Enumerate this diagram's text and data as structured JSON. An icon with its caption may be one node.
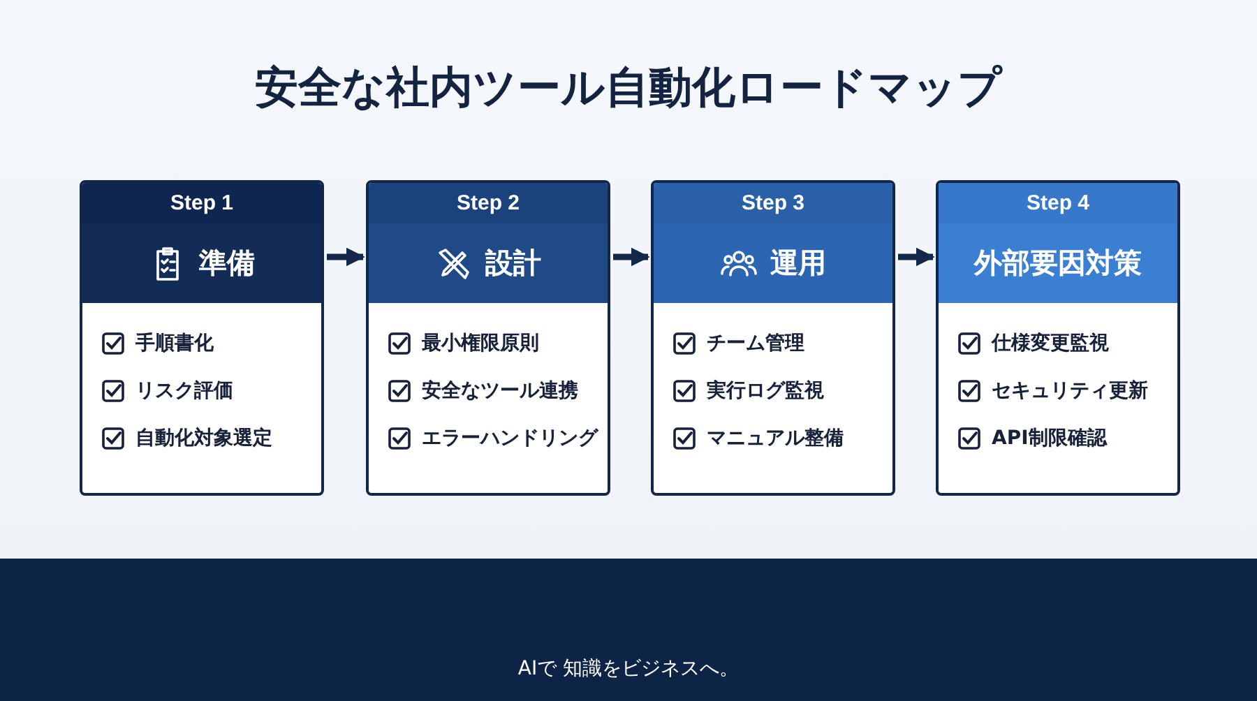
{
  "diagram": {
    "title": "安全な社内ツール自動化ロードマップ",
    "nodes": [
      {
        "text": [
          "Step 1",
          "準備",
          "手順書化",
          "リスク評価",
          "自動化対象選定"
        ]
      },
      {
        "text": [
          "Step 2",
          "設計",
          "最小権限原則",
          "安全なツール連携",
          "エラーハンドリング"
        ]
      },
      {
        "text": [
          "Step 3",
          "運用",
          "チーム管理",
          "実行ログ監視",
          "マニュアル整備"
        ]
      },
      {
        "text": [
          "Step 4",
          "外部要因対策",
          "仕様変更監視",
          "セキュリティ更新",
          "API制限確認"
        ]
      }
    ],
    "edges": [
      {
        "from": 0,
        "to": 1,
        "arrow": "to"
      },
      {
        "from": 1,
        "to": 2,
        "arrow": "to"
      },
      {
        "from": 2,
        "to": 3,
        "arrow": "to"
      }
    ],
    "labels": [
      "AIで 知識をビジネスへ。"
    ]
  }
}
